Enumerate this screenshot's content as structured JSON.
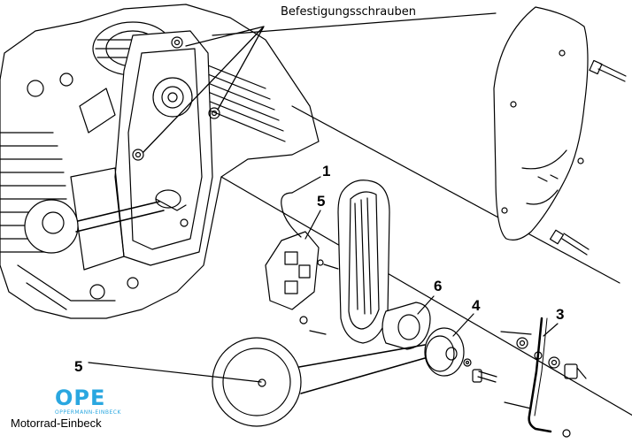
{
  "diagram": {
    "callout_label": "Befestigungsschrauben",
    "part_numbers": {
      "p1": "1",
      "p5_upper": "5",
      "p6": "6",
      "p4": "4",
      "p3": "3",
      "p5_lower": "5"
    }
  },
  "logo": {
    "mark": "OPE",
    "tagline": "OPPERMANN-EINBECK",
    "name": "Motorrad-Einbeck",
    "color": "#2aa7e0"
  }
}
